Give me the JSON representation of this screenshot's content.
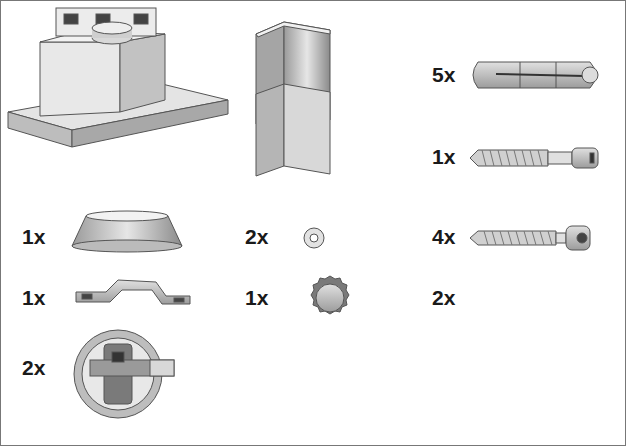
{
  "diagram": {
    "labels": [
      "5x",
      "1x",
      "1x",
      "2x",
      "4x",
      "1x",
      "1x",
      "2x",
      "2x"
    ]
  }
}
